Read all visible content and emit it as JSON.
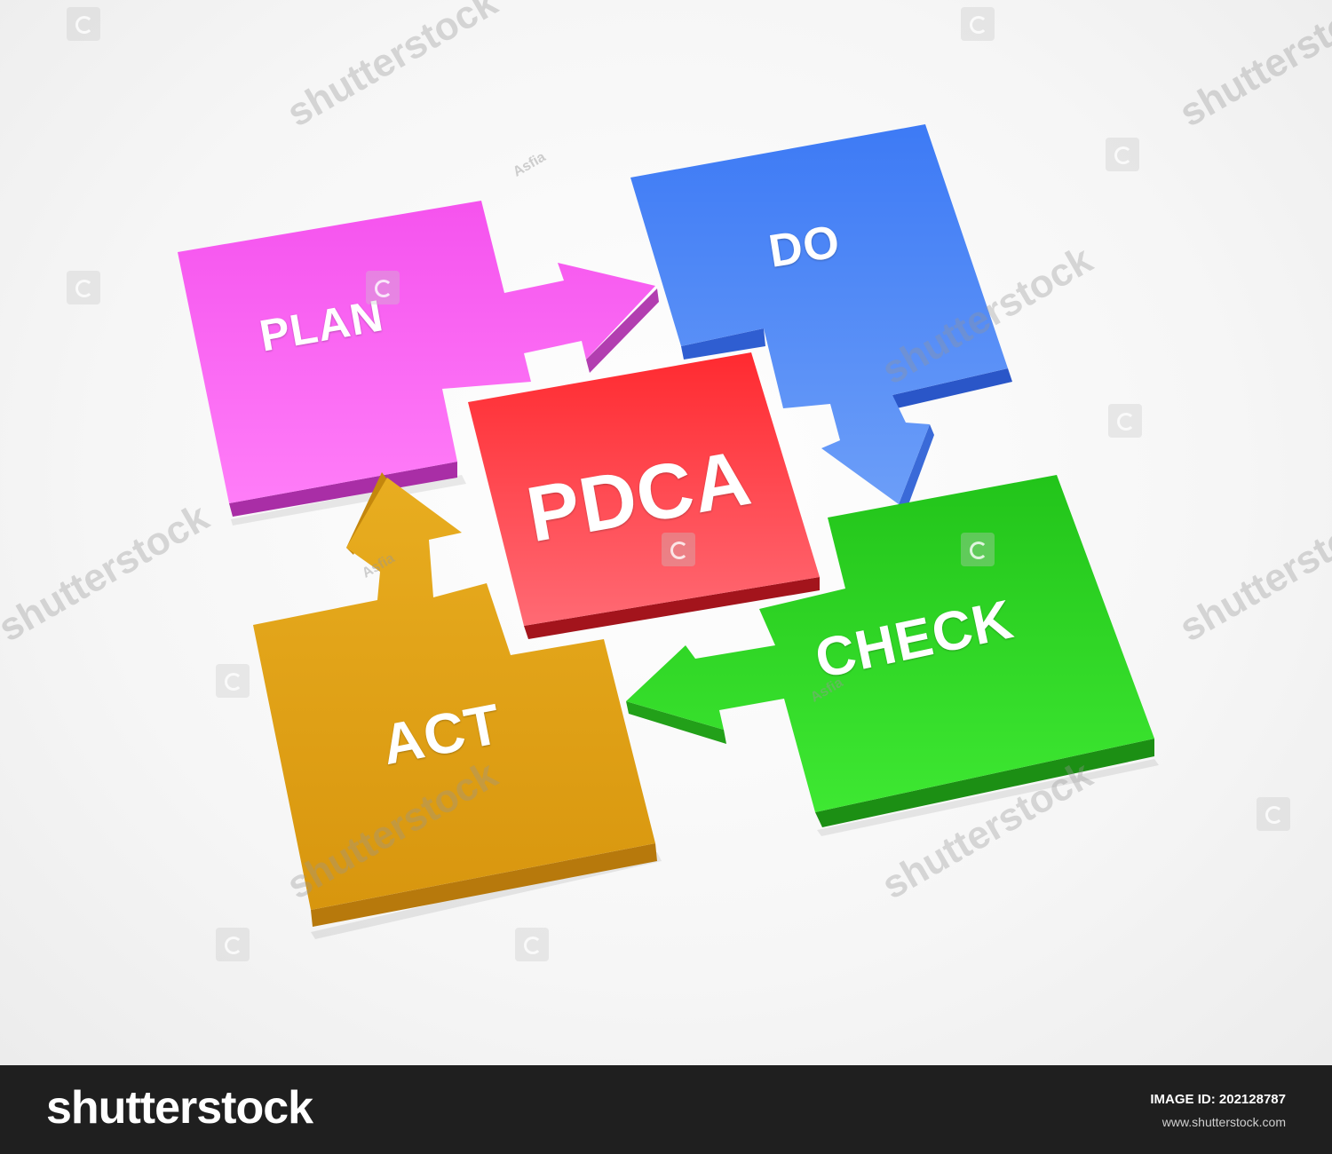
{
  "diagram": {
    "center": {
      "label": "PDCA",
      "color": "#ff2f38"
    },
    "steps": [
      {
        "id": "plan",
        "label": "PLAN",
        "color": "#f55bef"
      },
      {
        "id": "do",
        "label": "DO",
        "color": "#4a86f6"
      },
      {
        "id": "check",
        "label": "CHECK",
        "color": "#2bd11f"
      },
      {
        "id": "act",
        "label": "ACT",
        "color": "#e0a419"
      }
    ]
  },
  "watermark": {
    "brand": "shutterstock",
    "author": "Asfia"
  },
  "footer": {
    "brand": "shutterstock",
    "image_id_label": "IMAGE ID:",
    "image_id": "202128787",
    "site": "www.shutterstock.com"
  }
}
